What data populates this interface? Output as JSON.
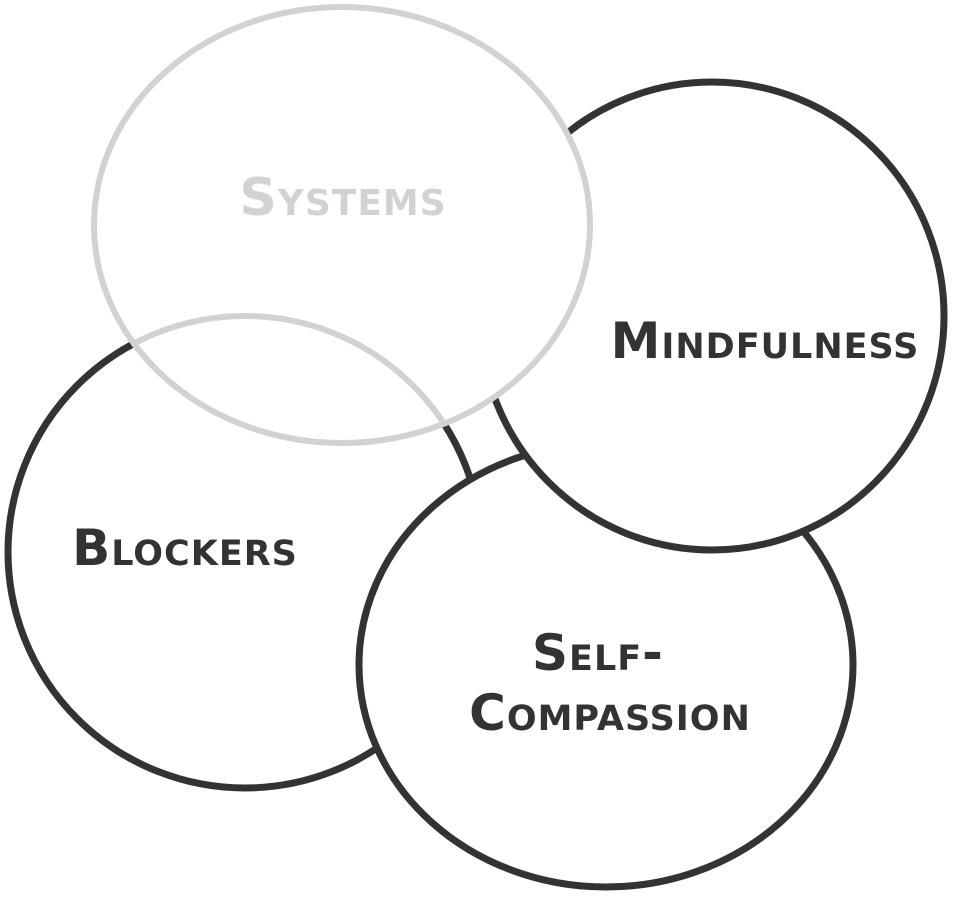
{
  "diagram": {
    "circles": [
      {
        "id": "blockers",
        "label": "Blockers"
      },
      {
        "id": "self-compassion",
        "label_line1": "Self-",
        "label_line2": "Compassion"
      },
      {
        "id": "mindfulness",
        "label": "Mindfulness"
      },
      {
        "id": "systems",
        "label": "Systems"
      }
    ]
  },
  "colors": {
    "ink": "#333333",
    "faded": "#d2d2d2",
    "background": "#ffffff"
  }
}
